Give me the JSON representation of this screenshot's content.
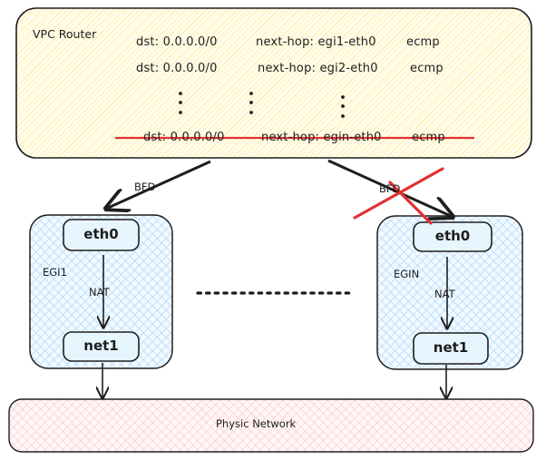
{
  "router": {
    "title": "VPC Router",
    "routes": [
      {
        "dst": "dst: 0.0.0.0/0",
        "hop": "next-hop: egi1-eth0",
        "mode": "ecmp",
        "struck": false
      },
      {
        "dst": "dst: 0.0.0.0/0",
        "hop": "next-hop: egi2-eth0",
        "mode": "ecmp",
        "struck": false
      },
      {
        "dst": "dst: 0.0.0.0/0",
        "hop": "next-hop: egin-eth0",
        "mode": "ecmp",
        "struck": true
      }
    ]
  },
  "bfd_left": "BFD",
  "bfd_right": "BFD",
  "egi1": {
    "name": "EGI1",
    "top": "eth0",
    "nat": "NAT",
    "bottom": "net1"
  },
  "egin": {
    "name": "EGIN",
    "top": "eth0",
    "nat": "NAT",
    "bottom": "net1"
  },
  "network": {
    "label": "Physic Network"
  },
  "colors": {
    "router_fill": "#fff3b0",
    "egi_fill": "#a5d8ff",
    "network_fill": "#ffc9c9",
    "strike": "#e03131",
    "stroke": "#1e1e1e"
  }
}
